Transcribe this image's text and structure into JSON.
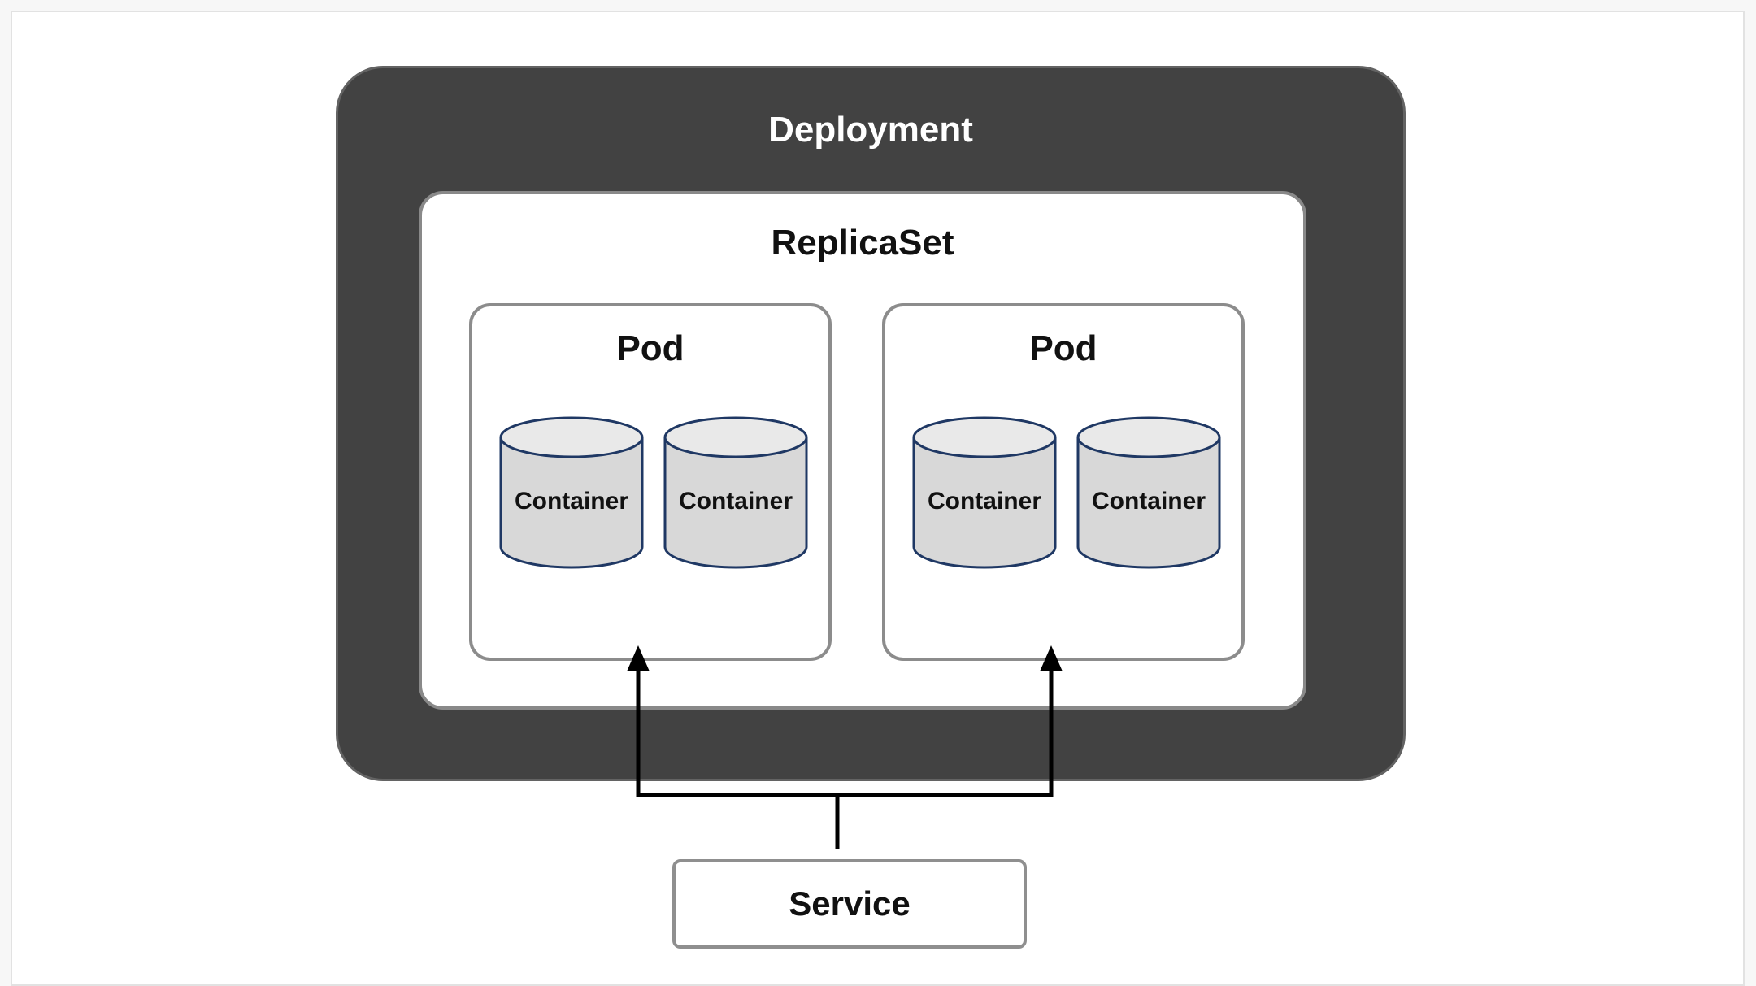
{
  "diagram": {
    "deployment": {
      "label": "Deployment",
      "replicaset": {
        "label": "ReplicaSet",
        "pods": [
          {
            "label": "Pod",
            "containers": [
              "Container",
              "Container"
            ]
          },
          {
            "label": "Pod",
            "containers": [
              "Container",
              "Container"
            ]
          }
        ]
      }
    },
    "service": {
      "label": "Service"
    },
    "colors": {
      "deployment_fill": "#424242",
      "deployment_border": "#636363",
      "deployment_text": "#ffffff",
      "box_border": "#8c8c8c",
      "box_fill": "#ffffff",
      "cylinder_body_fill": "#d8d8d8",
      "cylinder_top_fill": "#e9e9e9",
      "cylinder_stroke": "#1f3864",
      "arrow": "#000000",
      "text": "#111111",
      "sheet_border": "#e2e2e2"
    }
  }
}
